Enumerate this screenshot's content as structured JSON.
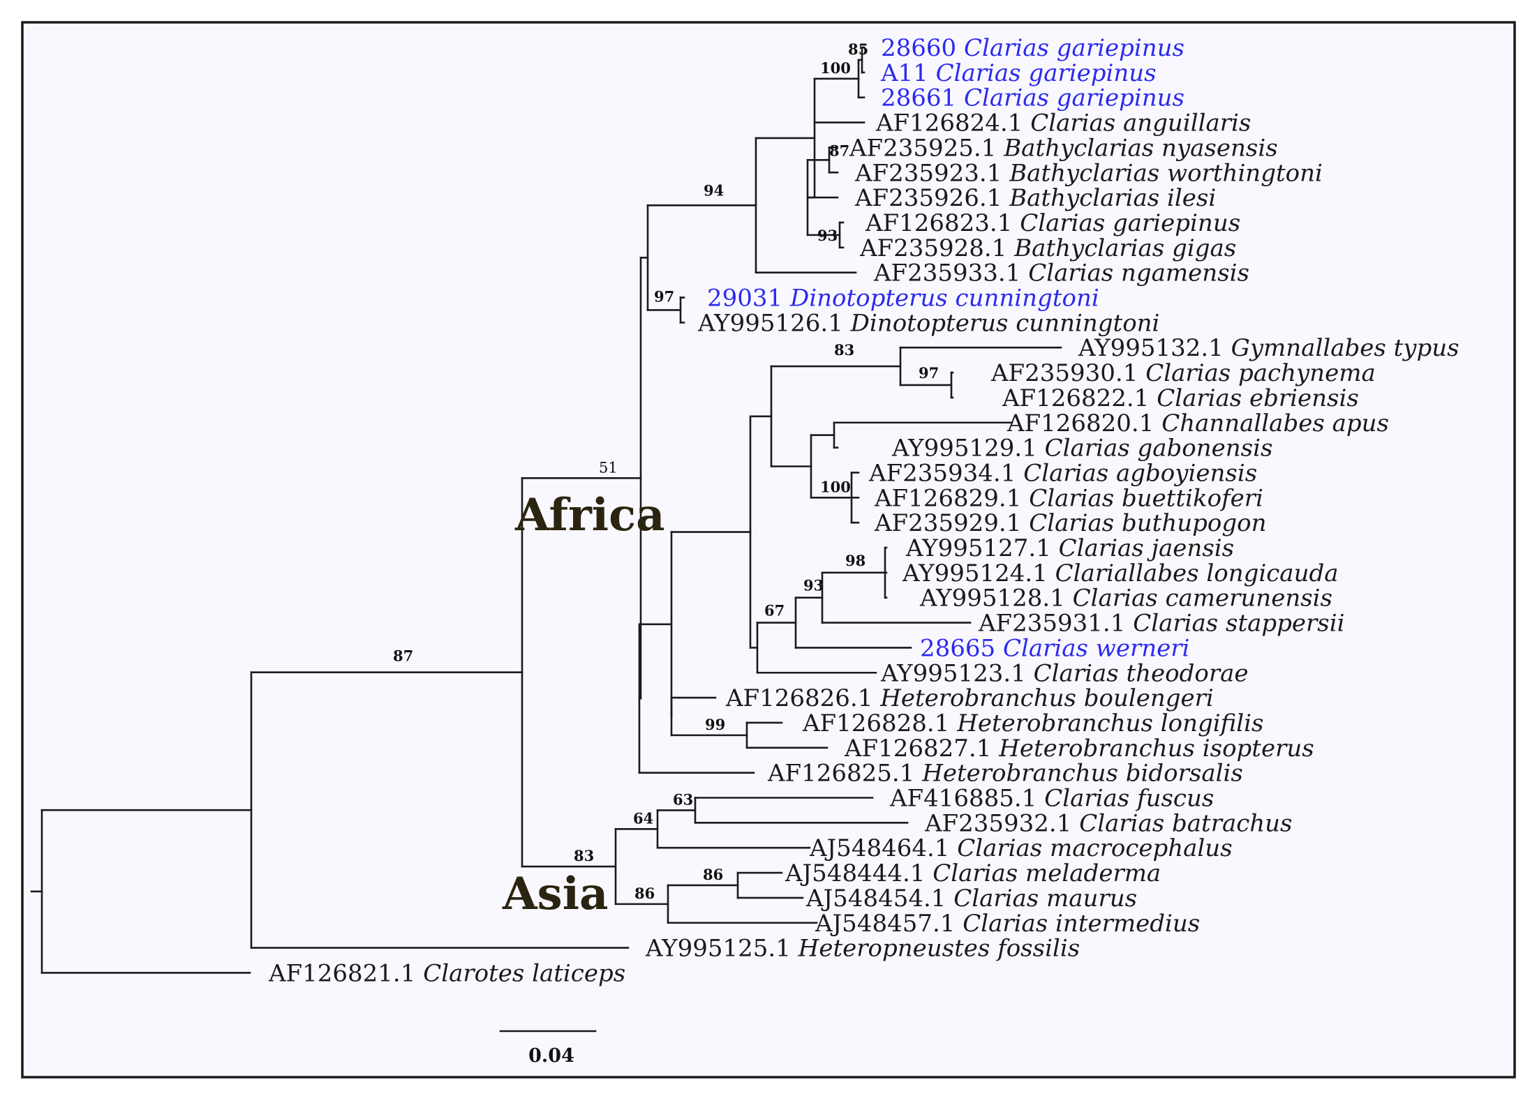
{
  "colors": {
    "background": "#faf8ff",
    "frame": "#1a1a1a",
    "branch": "#1a1a1a",
    "label": "#1a1a1a",
    "highlight": "#2a2aee",
    "region": "#2b2410"
  },
  "regions": {
    "africa": "Africa",
    "asia": "Asia"
  },
  "scale_bar": {
    "label": "0.04",
    "value": 0.04
  },
  "leaves": [
    {
      "acc": "28660",
      "species": "Clarias gariepinus",
      "highlight": true
    },
    {
      "acc": "A11",
      "species": "Clarias gariepinus",
      "highlight": true
    },
    {
      "acc": "28661",
      "species": "Clarias gariepinus",
      "highlight": true
    },
    {
      "acc": "AF126824.1",
      "species": "Clarias anguillaris",
      "highlight": false
    },
    {
      "acc": "AF235925.1",
      "species": "Bathyclarias nyasensis",
      "highlight": false
    },
    {
      "acc": "AF235923.1",
      "species": "Bathyclarias worthingtoni",
      "highlight": false
    },
    {
      "acc": "AF235926.1",
      "species": "Bathyclarias ilesi",
      "highlight": false
    },
    {
      "acc": "AF126823.1",
      "species": "Clarias gariepinus",
      "highlight": false
    },
    {
      "acc": "AF235928.1",
      "species": "Bathyclarias gigas",
      "highlight": false
    },
    {
      "acc": "AF235933.1",
      "species": "Clarias ngamensis",
      "highlight": false
    },
    {
      "acc": "29031",
      "species": "Dinotopterus cunningtoni",
      "highlight": true
    },
    {
      "acc": "AY995126.1",
      "species": "Dinotopterus cunningtoni",
      "highlight": false
    },
    {
      "acc": "AY995132.1",
      "species": "Gymnallabes typus",
      "highlight": false
    },
    {
      "acc": "AF235930.1",
      "species": "Clarias pachynema",
      "highlight": false
    },
    {
      "acc": "AF126822.1",
      "species": "Clarias ebriensis",
      "highlight": false
    },
    {
      "acc": "AF126820.1",
      "species": "Channallabes apus",
      "highlight": false
    },
    {
      "acc": "AY995129.1",
      "species": "Clarias gabonensis",
      "highlight": false
    },
    {
      "acc": "AF235934.1",
      "species": "Clarias agboyiensis",
      "highlight": false
    },
    {
      "acc": "AF126829.1",
      "species": "Clarias buettikoferi",
      "highlight": false
    },
    {
      "acc": "AF235929.1",
      "species": "Clarias buthupogon",
      "highlight": false
    },
    {
      "acc": "AY995127.1",
      "species": "Clarias jaensis",
      "highlight": false
    },
    {
      "acc": "AY995124.1",
      "species": "Clariallabes longicauda",
      "highlight": false
    },
    {
      "acc": "AY995128.1",
      "species": "Clarias camerunensis",
      "highlight": false
    },
    {
      "acc": "AF235931.1",
      "species": "Clarias stappersii",
      "highlight": false
    },
    {
      "acc": "28665",
      "species": "Clarias werneri",
      "highlight": true
    },
    {
      "acc": "AY995123.1",
      "species": "Clarias theodorae",
      "highlight": false
    },
    {
      "acc": "AF126826.1",
      "species": "Heterobranchus boulengeri",
      "highlight": false
    },
    {
      "acc": "AF126828.1",
      "species": "Heterobranchus longifilis",
      "highlight": false
    },
    {
      "acc": "AF126827.1",
      "species": "Heterobranchus isopterus",
      "highlight": false
    },
    {
      "acc": "AF126825.1",
      "species": "Heterobranchus bidorsalis",
      "highlight": false
    },
    {
      "acc": "AF416885.1",
      "species": "Clarias fuscus",
      "highlight": false
    },
    {
      "acc": "AF235932.1",
      "species": "Clarias batrachus",
      "highlight": false
    },
    {
      "acc": "AJ548464.1",
      "species": "Clarias macrocephalus",
      "highlight": false
    },
    {
      "acc": "AJ548444.1",
      "species": "Clarias meladerma",
      "highlight": false
    },
    {
      "acc": "AJ548454.1",
      "species": "Clarias maurus",
      "highlight": false
    },
    {
      "acc": "AJ548457.1",
      "species": "Clarias intermedius",
      "highlight": false
    },
    {
      "acc": "AY995125.1",
      "species": "Heteropneustes fossilis",
      "highlight": false
    },
    {
      "acc": "AF126821.1",
      "species": "Clarotes laticeps",
      "highlight": false
    }
  ],
  "bootstrap": [
    {
      "node": "gariepinus-pair",
      "value": "85"
    },
    {
      "node": "gariepinus-trio",
      "value": "100"
    },
    {
      "node": "bathyclarias-pair",
      "value": "87"
    },
    {
      "node": "gariepinus-gigas",
      "value": "93"
    },
    {
      "node": "clarias-main",
      "value": "94"
    },
    {
      "node": "dinotopterus",
      "value": "97"
    },
    {
      "node": "africa",
      "value": "51"
    },
    {
      "node": "gymnallabes-group",
      "value": "83"
    },
    {
      "node": "pachynema-ebriensis",
      "value": "97"
    },
    {
      "node": "agboyiensis-group",
      "value": "100"
    },
    {
      "node": "jaensis-group",
      "value": "98"
    },
    {
      "node": "stappersii-group",
      "value": "93"
    },
    {
      "node": "werneri-group",
      "value": "67"
    },
    {
      "node": "heterobranchus-pair",
      "value": "99"
    },
    {
      "node": "ingroup",
      "value": "87"
    },
    {
      "node": "fuscus-batrachus",
      "value": "63"
    },
    {
      "node": "macrocephalus-group",
      "value": "64"
    },
    {
      "node": "asia",
      "value": "83"
    },
    {
      "node": "meladerma-maurus",
      "value": "86"
    },
    {
      "node": "intermedius-group",
      "value": "86"
    }
  ]
}
